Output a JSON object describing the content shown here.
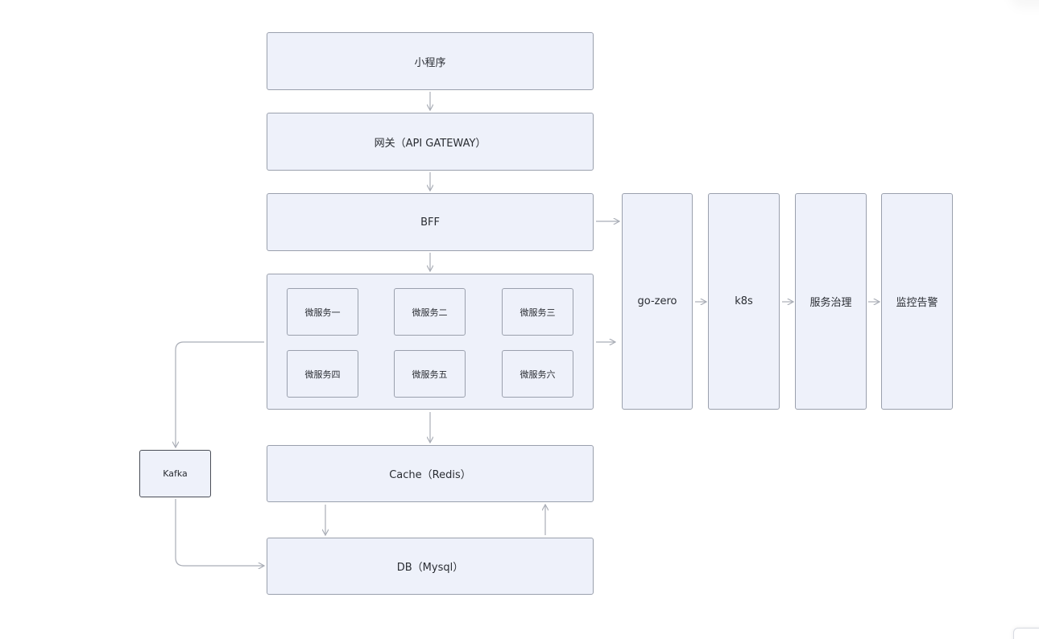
{
  "diagram": {
    "nodes": {
      "miniprogram": "小程序",
      "gateway": "网关（API GATEWAY）",
      "bff": "BFF",
      "ms1": "微服务一",
      "ms2": "微服务二",
      "ms3": "微服务三",
      "ms4": "微服务四",
      "ms5": "微服务五",
      "ms6": "微服务六",
      "kafka": "Kafka",
      "cache": "Cache（Redis）",
      "db": "DB（Mysql）",
      "gozero": "go-zero",
      "k8s": "k8s",
      "governance": "服务治理",
      "monitoring": "监控告警"
    },
    "colors": {
      "node_fill": "#eef1fa",
      "node_border": "#9aa0ad",
      "connector": "#a9adb6",
      "text": "#2a2d33"
    }
  }
}
